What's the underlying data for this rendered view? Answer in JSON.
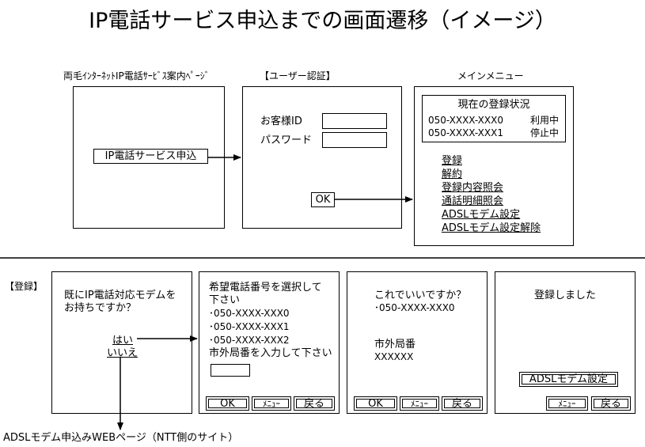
{
  "title": "IP電話サービス申込までの画面遷移（イメージ）",
  "top_flow": {
    "screen1": {
      "caption": "両毛ｲﾝﾀｰﾈｯﾄIP電話ｻｰﾋﾞｽ案内ﾍﾟｰｼﾞ",
      "apply_button": "IP電話サービス申込"
    },
    "screen2": {
      "caption": "【ユーザー認証】",
      "customer_id_label": "お客様ID",
      "password_label": "パスワード",
      "ok_button": "OK"
    },
    "screen3": {
      "caption": "メインメニュー",
      "status_title": "現在の登録状況",
      "status_rows": [
        {
          "number": "050-XXXX-XXX0",
          "state": "利用中"
        },
        {
          "number": "050-XXXX-XXX1",
          "state": "停止中"
        }
      ],
      "menu_links": [
        "登録",
        "解約",
        "登録内容照会",
        "通話明細照会",
        "ADSLモデム設定",
        "ADSLモデム設定解除"
      ]
    }
  },
  "register_flow": {
    "section_label": "【登録】",
    "screen1": {
      "question_line1": "既にIP電話対応モデムを",
      "question_line2": "お持ちですか？",
      "yes": "はい",
      "no": "いいえ"
    },
    "screen2": {
      "prompt_line1": "希望電話番号を選択して",
      "prompt_line2": "下さい",
      "options": [
        "･050-XXXX-XXX0",
        "･050-XXXX-XXX1",
        "･050-XXXX-XXX2"
      ],
      "area_code_prompt": "市外局番を入力して下さい",
      "ok_button": "OK",
      "menu_button": "ﾒﾆｭｰ",
      "back_button": "戻る"
    },
    "screen3": {
      "confirm_question": "これでいいですか？",
      "selected_number": "･050-XXXX-XXX0",
      "area_code_label": "市外局番",
      "area_code_value": "XXXXXX",
      "ok_button": "OK",
      "menu_button": "ﾒﾆｭｰ",
      "back_button": "戻る"
    },
    "screen4": {
      "done_message": "登録しました",
      "adsl_button": "ADSLモデム設定",
      "menu_button": "ﾒﾆｭｰ",
      "back_button": "戻る"
    },
    "adsl_page_label": "ADSLモデム申込みWEBページ（NTT側のサイト）"
  }
}
